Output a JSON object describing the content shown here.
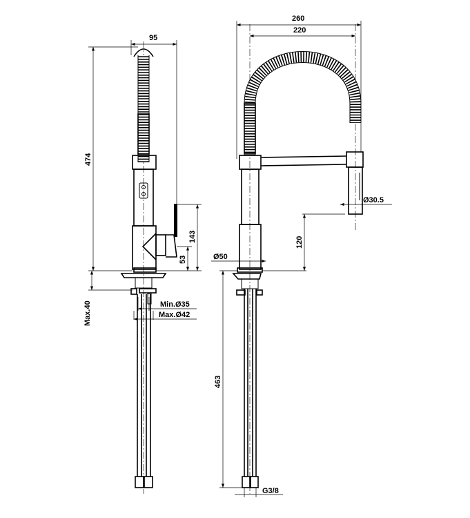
{
  "side_view": {
    "width_dim": "95",
    "height_dim": "474",
    "lever_height_dim": "143",
    "spout_height_dim": "53",
    "deck_thickness_dim": "Max.40",
    "hole_min_dim": "Min.Ø35",
    "hole_max_dim": "Max.Ø42"
  },
  "front_view": {
    "overall_width_dim": "260",
    "coil_width_dim": "220",
    "spray_diameter_dim": "Ø30.5",
    "spray_clearance_dim": "120",
    "body_diameter_dim": "Ø50",
    "hose_length_dim": "463",
    "connection_dim": "G3/8"
  }
}
